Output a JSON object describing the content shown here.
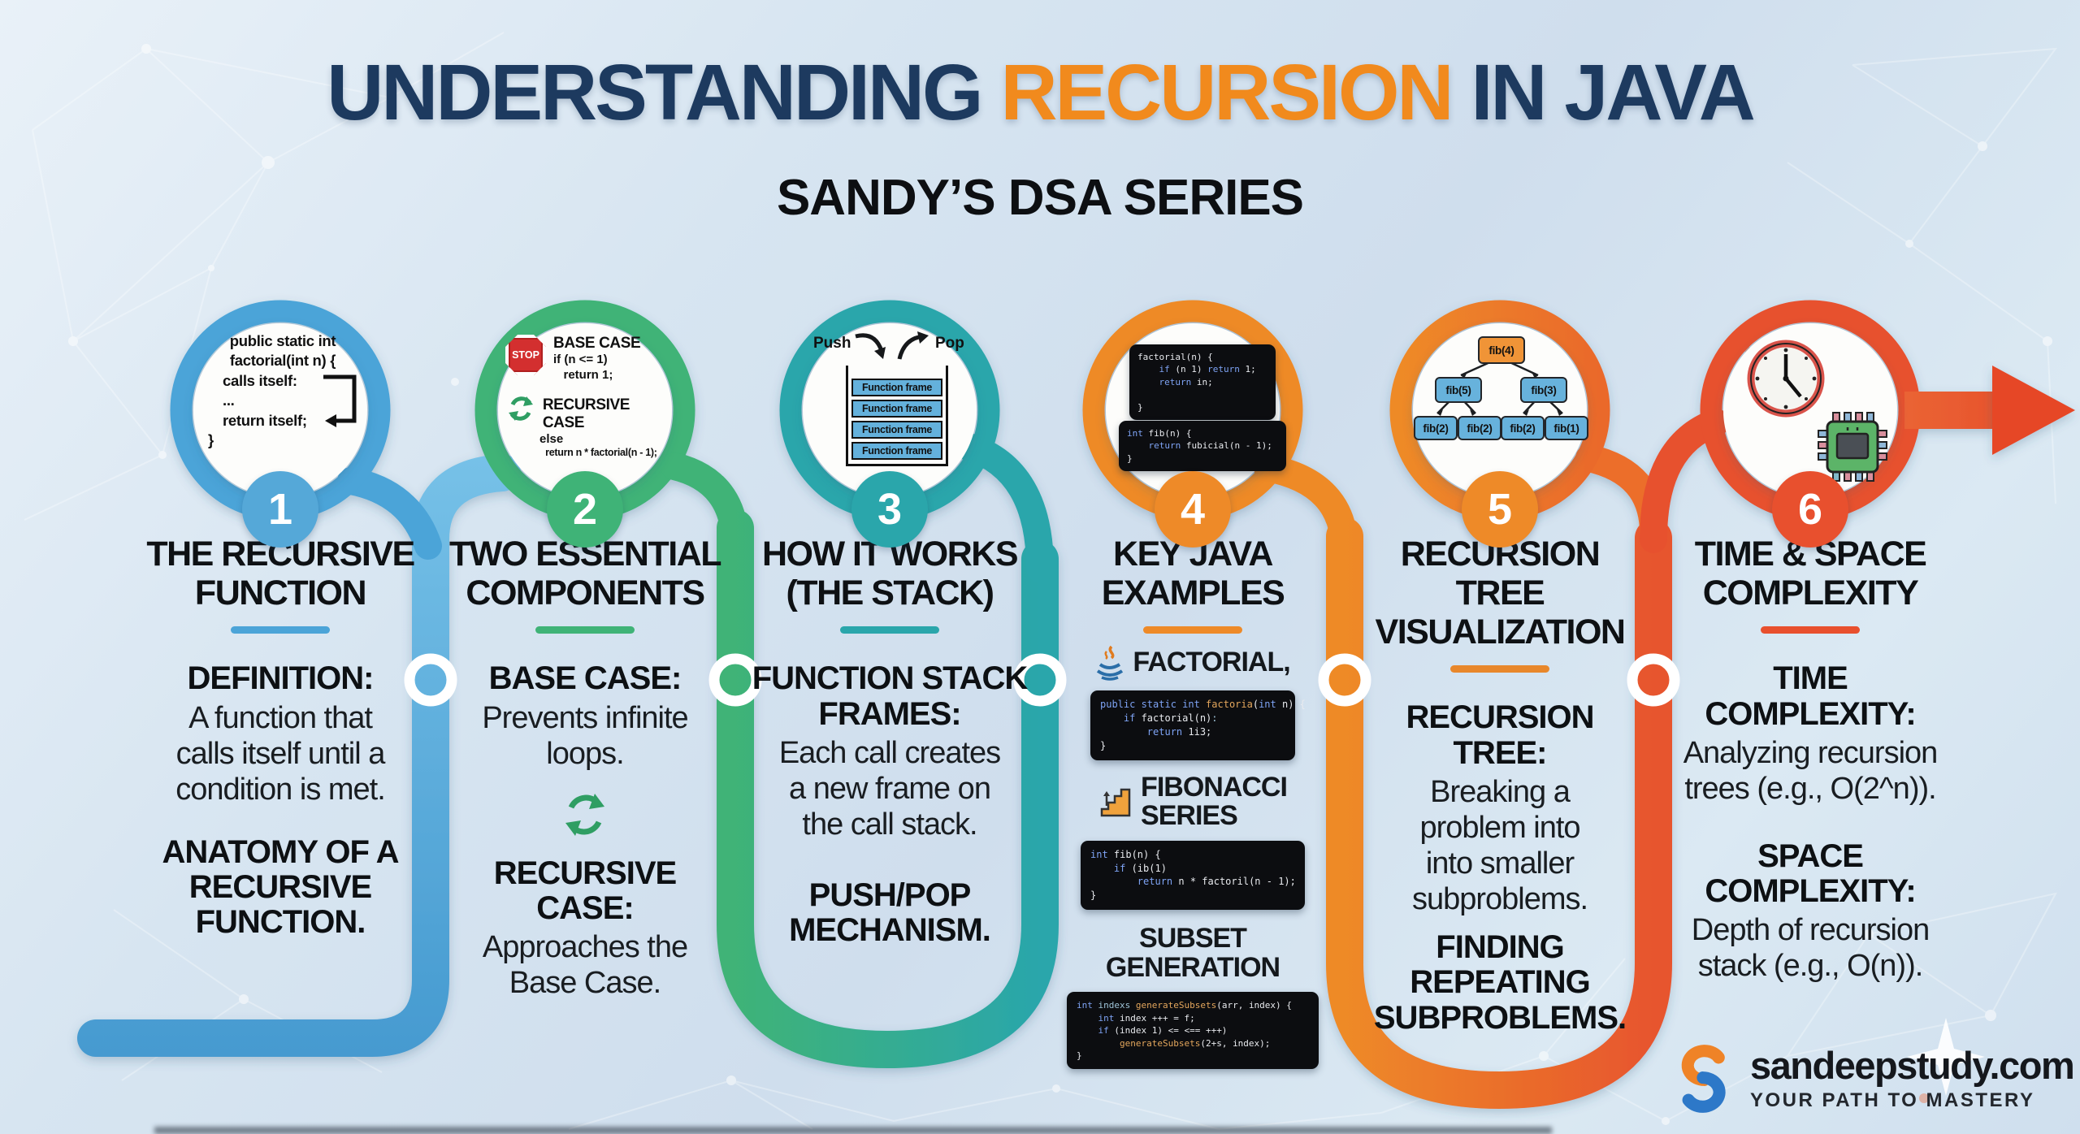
{
  "header": {
    "title_part1": "UNDERSTANDING ",
    "title_highlight": "RECURSION",
    "title_part2": " IN JAVA",
    "subtitle": "SANDY’S DSA SERIES"
  },
  "colors": {
    "navy": "#1d3a5f",
    "title_orange": "#f18a1d",
    "blue": "#4ba4d8",
    "green": "#3fb377",
    "teal": "#2aa6ab",
    "orange": "#ee8a28",
    "red_orange": "#e8502e"
  },
  "sections": [
    {
      "num": "1",
      "title": "THE RECURSIVE\nFUNCTION",
      "accent": "#4ba4d8",
      "circle_code": {
        "l1": "public static int",
        "l2": "factorial(int n) {",
        "l3": "calls itself:",
        "l4": "...",
        "l5": "return itself;",
        "l6": "}"
      },
      "blocks": [
        {
          "label": "DEFINITION:",
          "text": "A function that\ncalls itself until a\ncondition is met."
        },
        {
          "label": "ANATOMY OF A\nRECURSIVE\nFUNCTION.",
          "text": ""
        }
      ]
    },
    {
      "num": "2",
      "title": "TWO ESSENTIAL\nCOMPONENTS",
      "accent": "#3fb377",
      "circle": {
        "stop_label": "STOP",
        "base_title": "BASE CASE",
        "base_code": "if (n <= 1)\n   return 1;",
        "rec_title": "RECURSIVE CASE",
        "rec_else": "else",
        "rec_code": " return n * factorial(n - 1);"
      },
      "blocks": [
        {
          "label": "BASE CASE:",
          "text": "Prevents infinite\nloops."
        },
        {
          "label": "RECURSIVE CASE:",
          "text": "Approaches the\nBase Case."
        }
      ]
    },
    {
      "num": "3",
      "title": "HOW IT WORKS\n(THE STACK)",
      "accent": "#2aa6ab",
      "circle": {
        "push": "Push",
        "pop": "Pop",
        "frames": [
          "Function frame",
          "Function frame",
          "Function frame",
          "Function frame"
        ]
      },
      "blocks": [
        {
          "label": "FUNCTION STACK\nFRAMES:",
          "text": "Each call creates\na new frame on\nthe call stack."
        },
        {
          "label": "PUSH/POP\nMECHANISM.",
          "text": ""
        }
      ]
    },
    {
      "num": "4",
      "title": "KEY JAVA\nEXAMPLES",
      "accent": "#ee8a28",
      "circle_code1": [
        [
          [
            "p",
            "factorial(n) {"
          ]
        ],
        [
          [
            "k",
            "    if "
          ],
          [
            "p",
            "(n 1) "
          ],
          [
            "k",
            "return "
          ],
          [
            "p",
            "1;"
          ]
        ],
        [
          [
            "k",
            "    return "
          ],
          [
            "p",
            "in;"
          ]
        ],
        [],
        [
          [
            "p",
            "}"
          ]
        ]
      ],
      "circle_code2": [
        [
          [
            "k",
            "int "
          ],
          [
            "p",
            "fib(n) {"
          ]
        ],
        [
          [
            "k",
            "    return "
          ],
          [
            "p",
            "fubicial(n - 1);"
          ]
        ],
        [
          [
            "p",
            "}"
          ]
        ]
      ],
      "item_factorial": "FACTORIAL,",
      "item_fibonacci": "FIBONACCI\nSERIES",
      "item_subset": "SUBSET\nGENERATION",
      "code_factorial": [
        [
          [
            "k",
            "public static int "
          ],
          [
            "f",
            "factoria"
          ],
          [
            "p",
            "("
          ],
          [
            "k",
            "int"
          ],
          [
            "p",
            " n) {"
          ]
        ],
        [
          [
            "k",
            "    if "
          ],
          [
            "p",
            "factorial(n)"
          ],
          [
            "d",
            ":"
          ]
        ],
        [
          [
            "k",
            "        return "
          ],
          [
            "p",
            "1i3;"
          ]
        ],
        [
          [
            "p",
            "}"
          ]
        ]
      ],
      "code_fib": [
        [
          [
            "k",
            "int "
          ],
          [
            "p",
            "fib(n) {"
          ]
        ],
        [
          [
            "k",
            "    if "
          ],
          [
            "p",
            "(ib(1)"
          ]
        ],
        [
          [
            "k",
            "        return "
          ],
          [
            "p",
            "n * factoril(n - 1);"
          ]
        ],
        [
          [
            "p",
            "}"
          ]
        ]
      ],
      "code_subset": [
        [
          [
            "k",
            "int "
          ],
          [
            "d",
            "indexs "
          ],
          [
            "f",
            "generateSubsets"
          ],
          [
            "p",
            "(arr, index) {"
          ]
        ],
        [
          [
            "k",
            "    int "
          ],
          [
            "p",
            "index +++ = f;"
          ]
        ],
        [
          [
            "k",
            "    if "
          ],
          [
            "p",
            "(index 1) <= <== +++)"
          ]
        ],
        [
          [
            "p",
            "        "
          ],
          [
            "f",
            "generateSubsets"
          ],
          [
            "p",
            "(2+s, index);"
          ]
        ],
        [
          [
            "p",
            "}"
          ]
        ]
      ]
    },
    {
      "num": "5",
      "title": "RECURSION TREE\nVISUALIZATION",
      "accent": "#e8872b",
      "tree": {
        "root": "fib(4)",
        "l2": [
          "fib(5)",
          "fib(3)"
        ],
        "l3": [
          "fib(2)",
          "fib(2)",
          "fib(2)",
          "fib(1)"
        ]
      },
      "blocks": [
        {
          "label": "RECURSION TREE:",
          "text": "Breaking a\nproblem into\ninto smaller\nsubproblems."
        },
        {
          "label": "FINDING\nREPEATING\nSUBPROBLEMS.",
          "text": ""
        }
      ]
    },
    {
      "num": "6",
      "title": "TIME & SPACE\nCOMPLEXITY",
      "accent": "#e8502e",
      "blocks": [
        {
          "label": "TIME COMPLEXITY:",
          "text": "Analyzing recursion\ntrees (e.g., O(2^n))."
        },
        {
          "label": "SPACE COMPLEXITY:",
          "text": "Depth of recursion\nstack (e.g., O(n))."
        }
      ]
    }
  ],
  "footer": {
    "brand": "sandeepstudy.com",
    "tagline": "YOUR PATH TO MASTERY"
  }
}
